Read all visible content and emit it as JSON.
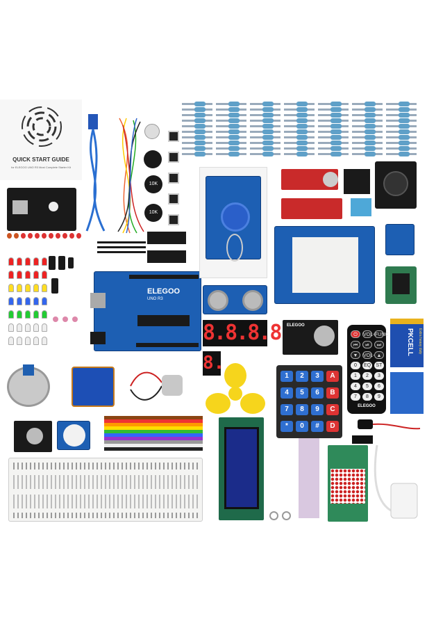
{
  "guide": {
    "title": "QUICK START GUIDE",
    "subtitle": "for ELEGOO UNO R3 Most Complete Starter Kit"
  },
  "board": {
    "brand": "ELEGOO",
    "model": "UNO R3",
    "color": "#1d5fb3"
  },
  "potentiometers": [
    "10K",
    "10K"
  ],
  "seven_segment": {
    "four_digit": "8.8.8.8.",
    "one_digit": "8."
  },
  "keypad": {
    "keys": [
      "1",
      "2",
      "3",
      "A",
      "4",
      "5",
      "6",
      "B",
      "7",
      "8",
      "9",
      "C",
      "*",
      "0",
      "#",
      "D"
    ]
  },
  "remote": {
    "brand": "ELEGOO",
    "buttons": [
      "⏻",
      "VOL+",
      "FUNC",
      "⏮",
      "⏯",
      "⏭",
      "▼",
      "VOL-",
      "▲",
      "0",
      "EQ",
      "ST",
      "1",
      "2",
      "3",
      "4",
      "5",
      "6",
      "7",
      "8",
      "9"
    ]
  },
  "battery": {
    "brand": "PKCELL",
    "label": "Extra heavy duty"
  },
  "rtc_module": {
    "brand": "ELEGOO"
  }
}
